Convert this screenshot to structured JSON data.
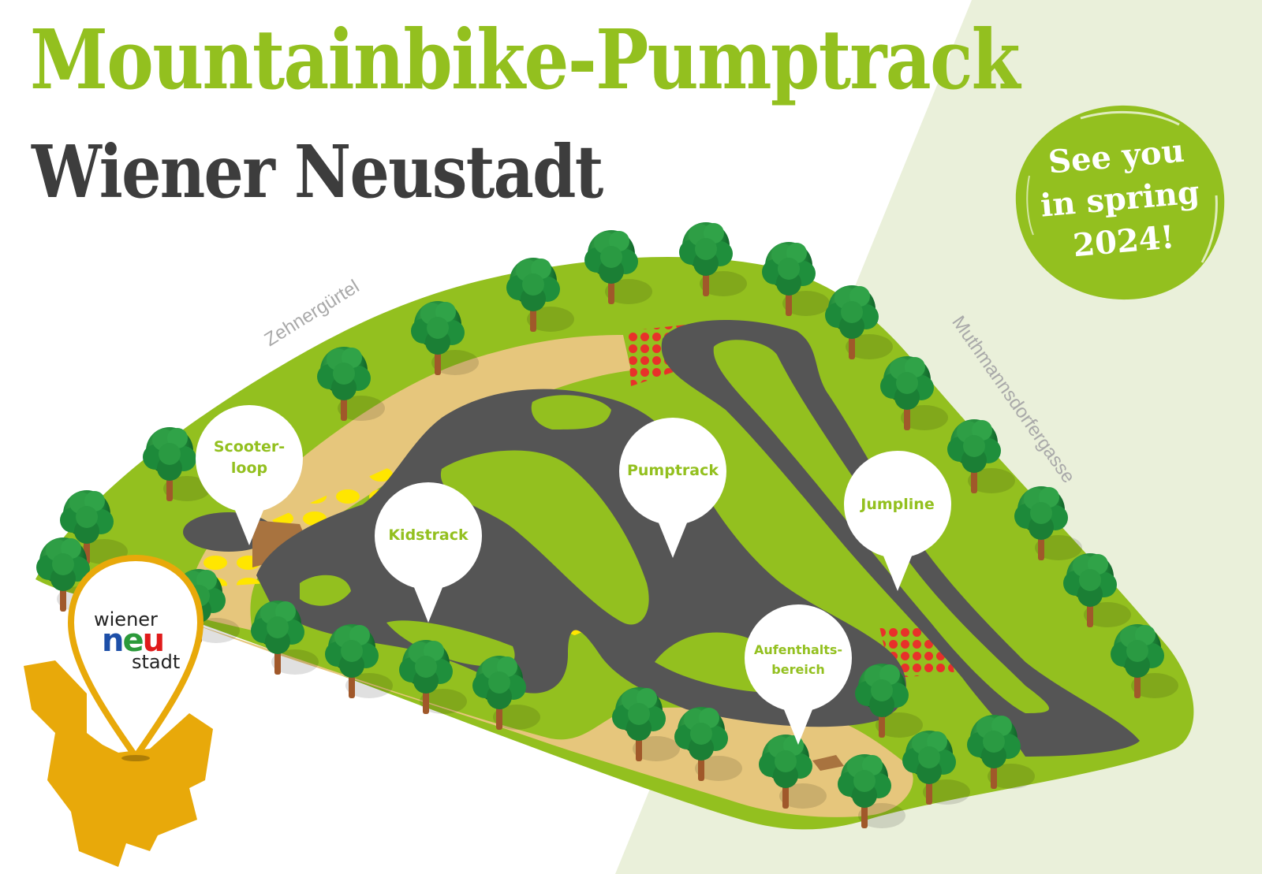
{
  "header": {
    "title": "Mountainbike-Pumptrack",
    "subtitle": "Wiener Neustadt"
  },
  "badge": {
    "lines": [
      "See you",
      "in spring",
      "2024!"
    ]
  },
  "streets": {
    "left": "Zehnergürtel",
    "right": "Muthmannsdorfergasse"
  },
  "pins": {
    "scooterloop": [
      "Scooter-",
      "loop"
    ],
    "kidstrack": [
      "Kidstrack"
    ],
    "pumptrack": [
      "Pumptrack"
    ],
    "jumpline": [
      "Jumpline"
    ],
    "aufenthaltsbereich": [
      "Aufenthalts-",
      "bereich"
    ]
  },
  "logo": {
    "top": "wiener",
    "middle_n": "n",
    "middle_e": "e",
    "middle_u": "u",
    "bottom": "stadt"
  },
  "colors": {
    "brand_green": "#93c01f",
    "dark_text": "#3d3d3d",
    "asphalt": "#555555",
    "sand": "#e6c67c",
    "light_bg": "#eaf0da",
    "logo_pin": "#e8a90a",
    "yellow_dots": "#ffe600",
    "red_dots": "#e8312a"
  }
}
